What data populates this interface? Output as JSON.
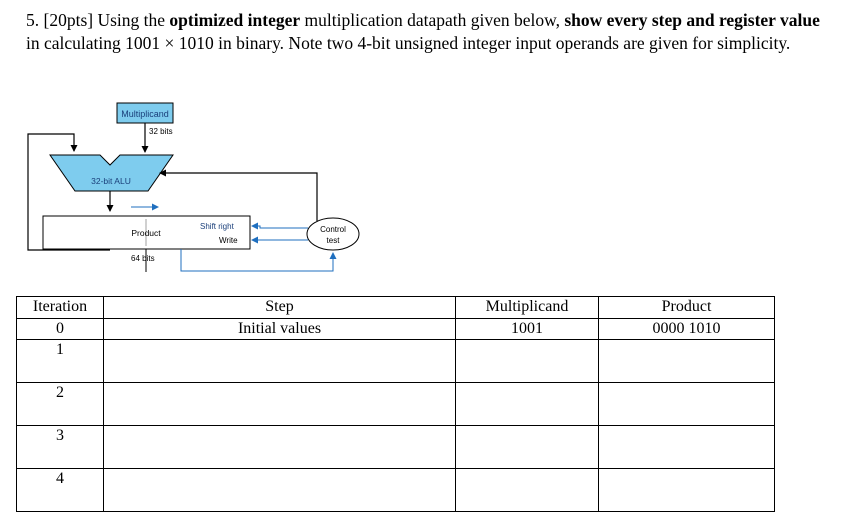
{
  "question": {
    "number": "5.",
    "points": "[20pts]",
    "t1": "Using the",
    "b1": "optimized integer",
    "t2": "multiplication datapath given below,",
    "b2": "show every step and register value",
    "t3": "in calculating 1001 × 1010 in binary. Note two 4-bit unsigned integer input operands are given for simplicity."
  },
  "diagram": {
    "multiplicand_label": "Multiplicand",
    "multiplicand_bits": "32 bits",
    "alu_label": "32-bit ALU",
    "product_label": "Product",
    "product_bits": "64 bits",
    "shift_right_label": "Shift right",
    "write_label": "Write",
    "control_label_1": "Control",
    "control_label_2": "test",
    "colors": {
      "multiplicand_fill": "#7ECCEE",
      "alu_fill": "#7ECCEE",
      "control_line": "#1F6FBF",
      "stroke": "#000000"
    }
  },
  "table": {
    "headers": [
      "Iteration",
      "Step",
      "Multiplicand",
      "Product"
    ],
    "rows": [
      [
        "0",
        "Initial values",
        "1001",
        "0000 1010"
      ],
      [
        "1",
        "",
        "",
        ""
      ],
      [
        "2",
        "",
        "",
        ""
      ],
      [
        "3",
        "",
        "",
        ""
      ],
      [
        "4",
        "",
        "",
        ""
      ]
    ]
  }
}
